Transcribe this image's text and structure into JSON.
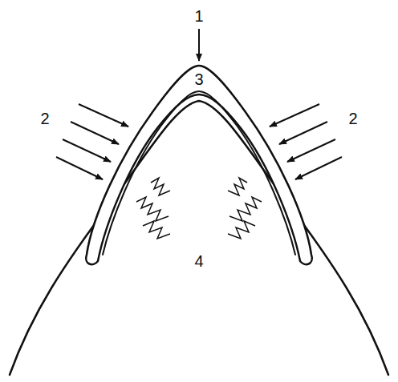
{
  "diagram": {
    "labels": [
      "1",
      "2",
      "2",
      "3",
      "4"
    ]
  }
}
